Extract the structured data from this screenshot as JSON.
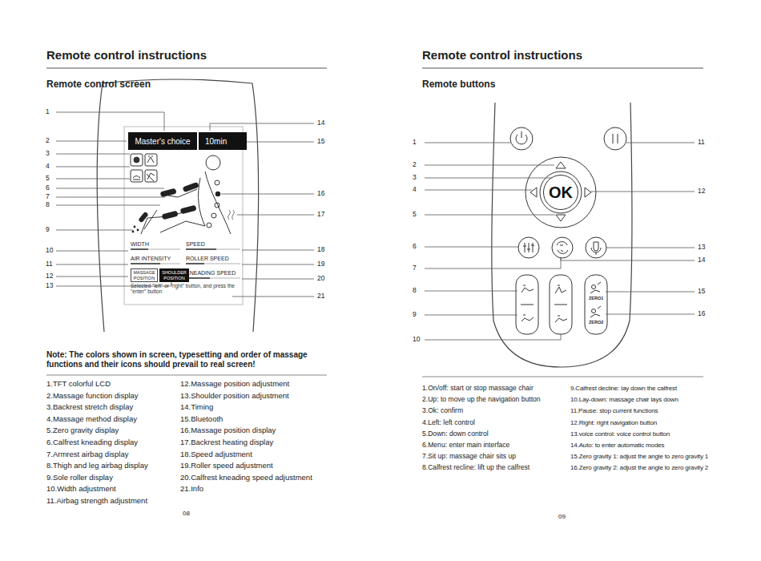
{
  "diagram": {
    "nodes": [
      {
        "text": [
          "Master's choice"
        ]
      },
      {
        "text": [
          "10min"
        ]
      },
      {
        "text": [
          "MASSAGE POSITION"
        ]
      },
      {
        "text": [
          "SHOULDER POSITION"
        ]
      },
      {
        "text": [
          "OK"
        ]
      }
    ],
    "labels": [
      "Remote control instructions",
      "Remote control screen",
      "1",
      "2",
      "3",
      "4",
      "5",
      "6",
      "7",
      "8",
      "9",
      "10",
      "11",
      "12",
      "13",
      "14",
      "15",
      "16",
      "17",
      "18",
      "19",
      "20",
      "21",
      "WIDTH",
      "SPEED",
      "AIR INTENSITY",
      "ROLLER SPEED",
      "KNEADING SPEED",
      "Selected \"left\" or \"right\" button, and press the \"enter\" button",
      "Note: The colors shown in screen, typesetting and order of massage functions and their icons should prevail to real screen!",
      "1.TFT colorful LCD",
      "2.Massage function display",
      "3.Backrest stretch display",
      "4.Massage method display",
      "5.Zero gravity display",
      "6.Calfrest kneading display",
      "7.Armrest airbag display",
      "8.Thigh and leg airbag display",
      "9.Sole roller display",
      "10.Width adjustment",
      "11.Airbag strength adjustment",
      "12.Massage position adjustment",
      "13.Shoulder position adjustment",
      "14.Timing",
      "15.Bluetooth",
      "16.Massage position display",
      "17.Backrest heating display",
      "18.Speed adjustment",
      "19.Roller speed adjustment",
      "20.Calfrest kneading speed adjustment",
      "21.Info",
      "08",
      "Remote control instructions",
      "Remote buttons",
      "1",
      "2",
      "3",
      "4",
      "5",
      "6",
      "7",
      "8",
      "9",
      "10",
      "11",
      "12",
      "13",
      "14",
      "15",
      "16",
      "ZERO1",
      "ZERO2",
      "1.On/off: start or stop massage chair",
      "2.Up: to move up the navigation button",
      "3.Ok: confirm",
      "4.Left: left control",
      "5.Down: down control",
      "6.Menu: enter main interface",
      "7.Sit up: massage chair sits up",
      "8.Calfrest recline: lift up the calfrest",
      "9.Calfrest decline: lay down the calfrest",
      "10.Lay-down: massage chair lays down",
      "11.Pause: stop current functions",
      "12.Right: right navigation button",
      "13.voice control: voice control button",
      "14.Auto: to enter automatic modes",
      "15.Zero gravity 1: adjust the angle to zero gravity 1",
      "16.Zero gravity 2: adjust the angle to zero gravity 2",
      "09"
    ]
  }
}
